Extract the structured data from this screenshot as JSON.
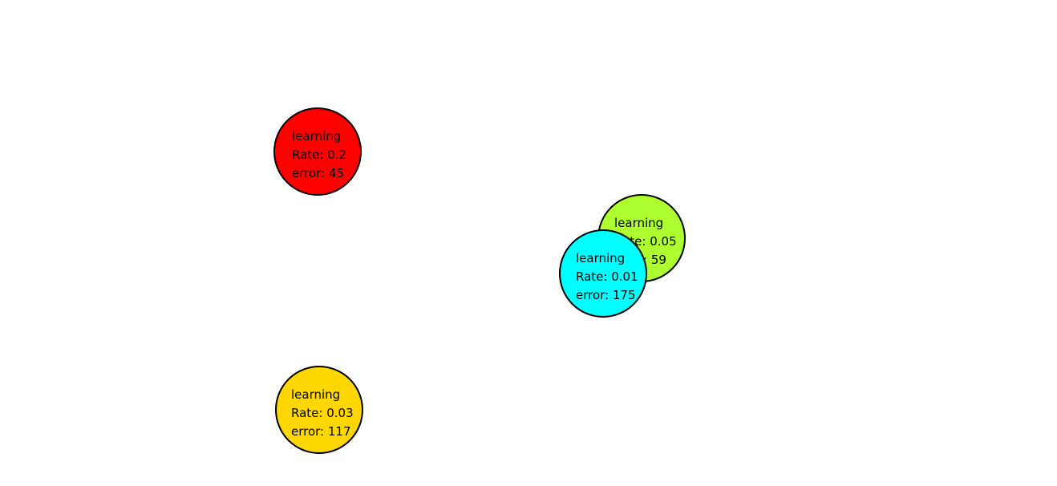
{
  "nodes": [
    {
      "color": "#ff0000",
      "line1": "learning",
      "line2": "Rate: 0.2",
      "line3": "error: 45"
    },
    {
      "color": "#adff2f",
      "line1": "learning",
      "line2": "Rate: 0.05",
      "line3": "error: 59"
    },
    {
      "color": "#00ffff",
      "line1": "learning",
      "line2": "Rate: 0.01",
      "line3": "error: 175"
    },
    {
      "color": "#ffd700",
      "line1": "learning",
      "line2": "Rate: 0.03",
      "line3": "error: 117"
    }
  ]
}
